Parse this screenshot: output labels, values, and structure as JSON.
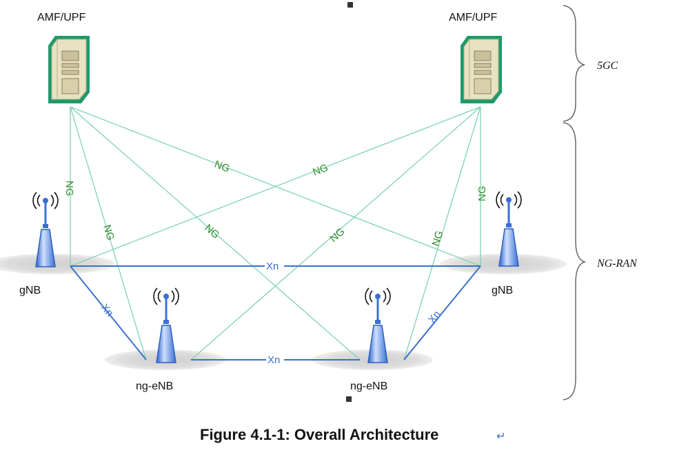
{
  "nodes": {
    "amf_left": "AMF/UPF",
    "amf_right": "AMF/UPF",
    "gnb_left": "gNB",
    "gnb_right": "gNB",
    "ngenb_left": "ng-eNB",
    "ngenb_right": "ng-eNB"
  },
  "interfaces": {
    "ng": "NG",
    "xn": "Xn"
  },
  "domains": {
    "core": "5GC",
    "ran": "NG-RAN"
  },
  "caption": {
    "text": "Figure 4.1-1: Overall Architecture",
    "return_mark": "↵"
  },
  "colors": {
    "ng_line": "#7fd3b0",
    "ng_text": "#2e8b2e",
    "xn_line": "#3a6fd0",
    "server_green": "#1d9a6c",
    "server_body": "#e9e2c2",
    "antenna_blue": "#3a6fd0",
    "shadow_gray": "#d4d4d4"
  }
}
